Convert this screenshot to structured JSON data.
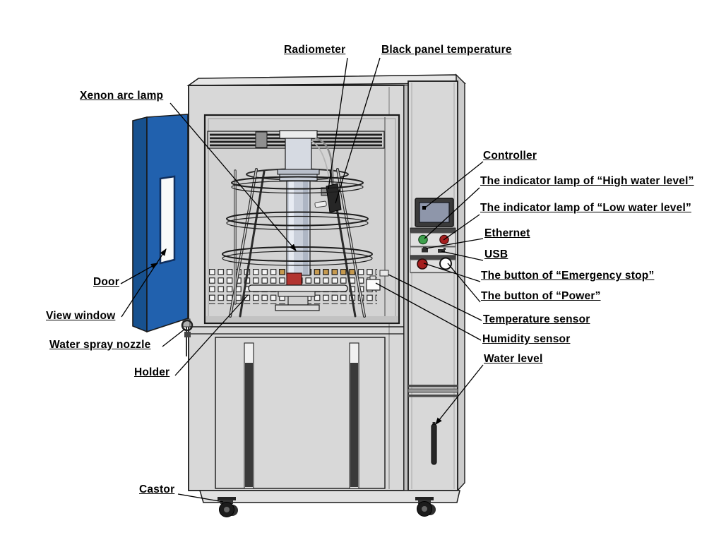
{
  "figure": {
    "type": "labeled-equipment-diagram",
    "subject": "xenon arc lamp test chamber"
  },
  "labels": {
    "radiometer": "Radiometer",
    "black_panel": "Black panel temperature",
    "xenon_lamp": "Xenon arc lamp",
    "controller": "Controller",
    "high_water": "The indicator lamp of “High water level”",
    "low_water": "The indicator lamp of “Low water level”",
    "ethernet": "Ethernet",
    "usb": "USB",
    "emergency": "The button of “Emergency stop”",
    "power": "The button of “Power”",
    "temp_sensor": "Temperature sensor",
    "humidity_sensor": "Humidity sensor",
    "water_level": "Water level",
    "door": "Door",
    "view_window": "View window",
    "nozzle": "Water spray nozzle",
    "holder": "Holder",
    "castor": "Castor"
  },
  "colors": {
    "door_blue": "#2161ae",
    "door_blue_dark": "#17518f",
    "body_gray": "#d8d8d8",
    "screen_gray_blue": "#8e96aa",
    "lamp_green": "#3fa14d",
    "lamp_red": "#a51d1d",
    "lamp_tube": "#c9cfda",
    "lamp_tip_red": "#b23430",
    "hole_tan": "#c69a4f"
  }
}
